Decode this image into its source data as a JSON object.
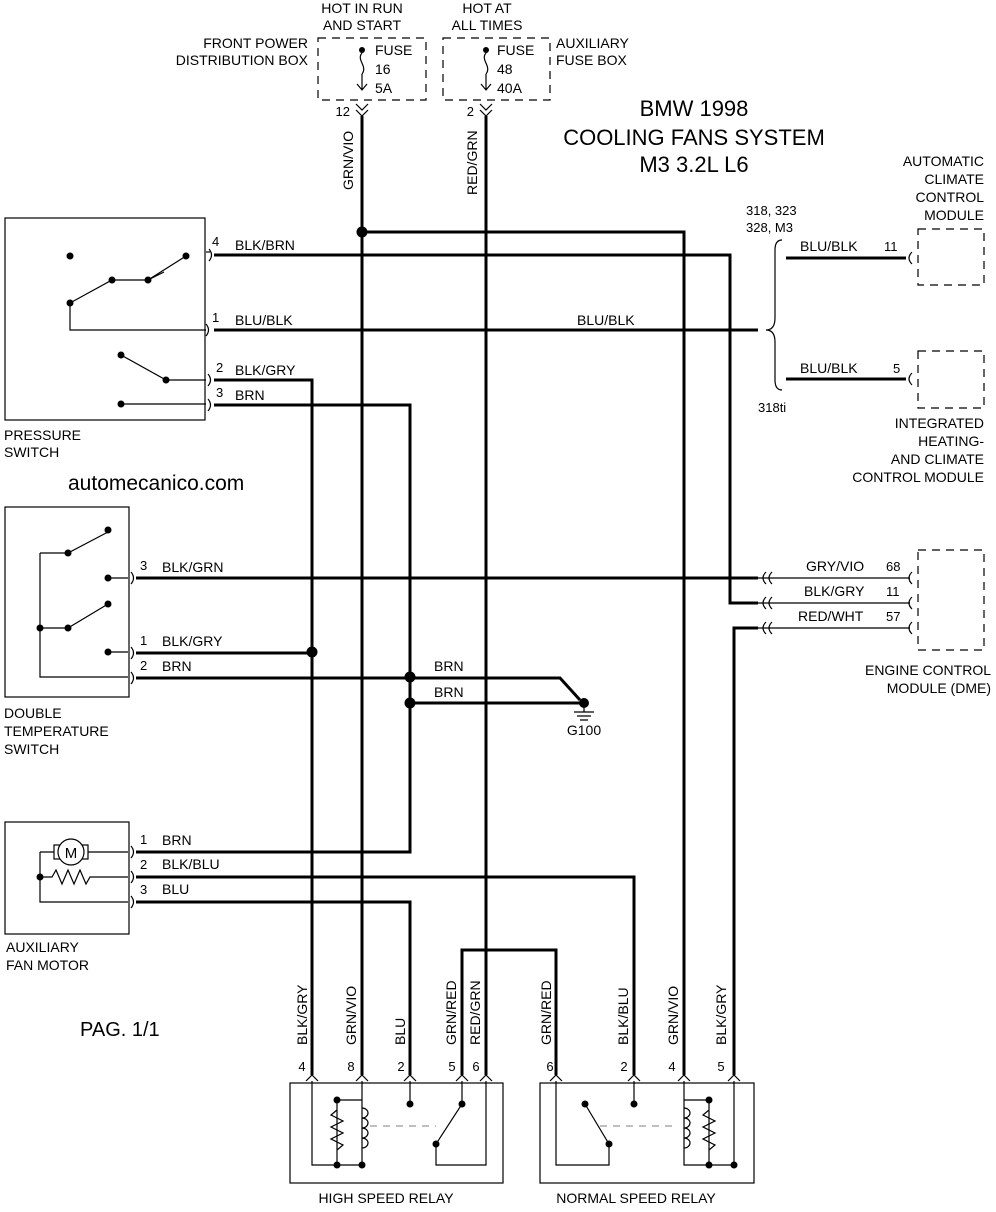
{
  "title": {
    "line1": "BMW 1998",
    "line2": "COOLING FANS SYSTEM",
    "line3": "M3 3.2L L6"
  },
  "watermark": "automecanico.com",
  "page": "PAG. 1/1",
  "power": {
    "run_start": {
      "line1": "HOT IN RUN",
      "line2": "AND START"
    },
    "all_times": {
      "line1": "HOT AT",
      "line2": "ALL TIMES"
    },
    "front_box": {
      "line1": "FRONT POWER",
      "line2": "DISTRIBUTION BOX"
    },
    "aux_box": {
      "line1": "AUXILIARY",
      "line2": "FUSE BOX"
    },
    "fuse16": {
      "name": "FUSE",
      "num": "16",
      "amp": "5A",
      "pin": "12",
      "wire": "GRN/VIO"
    },
    "fuse48": {
      "name": "FUSE",
      "num": "48",
      "amp": "40A",
      "pin": "2",
      "wire": "RED/GRN"
    }
  },
  "pressure_switch": {
    "label": {
      "line1": "PRESSURE",
      "line2": "SWITCH"
    },
    "pins": [
      {
        "pin": "4",
        "wire": "BLK/BRN"
      },
      {
        "pin": "1",
        "wire": "BLU/BLK"
      },
      {
        "pin": "2",
        "wire": "BLK/GRY"
      },
      {
        "pin": "3",
        "wire": "BRN"
      }
    ],
    "mid_wire": "BLU/BLK"
  },
  "climate": {
    "variant_a": {
      "line1": "318, 323",
      "line2": "328, M3"
    },
    "variant_b": "318ti",
    "acc": {
      "line1": "AUTOMATIC",
      "line2": "CLIMATE",
      "line3": "CONTROL",
      "line4": "MODULE",
      "pin": "11",
      "wire": "BLU/BLK"
    },
    "ihka": {
      "line1": "INTEGRATED",
      "line2": "HEATING-",
      "line3": "AND CLIMATE",
      "line4": "CONTROL MODULE",
      "pin": "5",
      "wire": "BLU/BLK"
    }
  },
  "dme": {
    "label": {
      "line1": "ENGINE CONTROL",
      "line2": "MODULE (DME)"
    },
    "pins": [
      {
        "pin": "68",
        "wire": "GRY/VIO"
      },
      {
        "pin": "11",
        "wire": "BLK/GRY"
      },
      {
        "pin": "57",
        "wire": "RED/WHT"
      }
    ]
  },
  "temp_switch": {
    "label": {
      "line1": "DOUBLE",
      "line2": "TEMPERATURE",
      "line3": "SWITCH"
    },
    "pins": [
      {
        "pin": "3",
        "wire": "BLK/GRN"
      },
      {
        "pin": "1",
        "wire": "BLK/GRY"
      },
      {
        "pin": "2",
        "wire": "BRN"
      }
    ]
  },
  "ground": {
    "name": "G100",
    "wire1": "BRN",
    "wire2": "BRN"
  },
  "fan_motor": {
    "label": {
      "line1": "AUXILIARY",
      "line2": "FAN MOTOR"
    },
    "symbol": "M",
    "pins": [
      {
        "pin": "1",
        "wire": "BRN"
      },
      {
        "pin": "2",
        "wire": "BLK/BLU"
      },
      {
        "pin": "3",
        "wire": "BLU"
      }
    ]
  },
  "high_relay": {
    "label": "HIGH SPEED RELAY",
    "pins": [
      {
        "pin": "4",
        "wire": "BLK/GRY"
      },
      {
        "pin": "8",
        "wire": "GRN/VIO"
      },
      {
        "pin": "2",
        "wire": "BLU"
      },
      {
        "pin": "5",
        "wire": "GRN/RED"
      },
      {
        "pin": "6",
        "wire": "RED/GRN"
      }
    ]
  },
  "normal_relay": {
    "label": "NORMAL SPEED RELAY",
    "pins": [
      {
        "pin": "6",
        "wire": "GRN/RED"
      },
      {
        "pin": "2",
        "wire": "BLK/BLU"
      },
      {
        "pin": "4",
        "wire": "GRN/VIO"
      },
      {
        "pin": "5",
        "wire": "BLK/GRY"
      }
    ]
  }
}
